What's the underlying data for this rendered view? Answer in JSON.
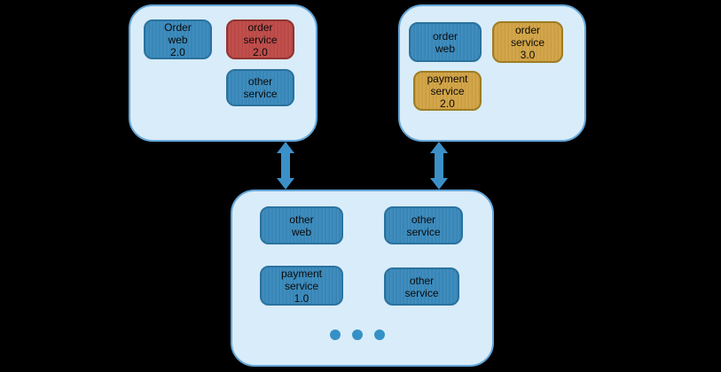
{
  "background": "#000000",
  "colors": {
    "cluster_fill": "#d9ecf9",
    "cluster_border": "#63a6d9",
    "node_blue": "#3a8abc",
    "node_blue_border": "#2a729f",
    "node_red": "#bf4b48",
    "node_red_border": "#903432",
    "node_gold": "#d2a446",
    "node_gold_border": "#9e7c24",
    "arrow": "#3c90c8",
    "dot": "#3590c6",
    "text": "#0b0b0b"
  },
  "clusters": {
    "top_left": {
      "nodes": [
        {
          "label": "Order\nweb\n2.0",
          "kind": "blue"
        },
        {
          "label": "order\nservice\n2.0",
          "kind": "red"
        },
        {
          "label": "other\nservice",
          "kind": "blue"
        }
      ]
    },
    "top_right": {
      "nodes": [
        {
          "label": "order\nweb",
          "kind": "blue"
        },
        {
          "label": "order\nservice\n3.0",
          "kind": "gold"
        },
        {
          "label": "payment\nservice\n2.0",
          "kind": "gold"
        }
      ]
    },
    "bottom": {
      "nodes": [
        {
          "label": "other\nweb",
          "kind": "blue"
        },
        {
          "label": "other\nservice",
          "kind": "blue"
        },
        {
          "label": "payment\nservice\n1.0",
          "kind": "blue"
        },
        {
          "label": "other\nservice",
          "kind": "blue"
        }
      ],
      "ellipsis_dot_count": 3
    }
  },
  "arrows": [
    {
      "name": "left-sync-arrow",
      "direction": "bidirectional-vertical"
    },
    {
      "name": "right-sync-arrow",
      "direction": "bidirectional-vertical"
    }
  ]
}
